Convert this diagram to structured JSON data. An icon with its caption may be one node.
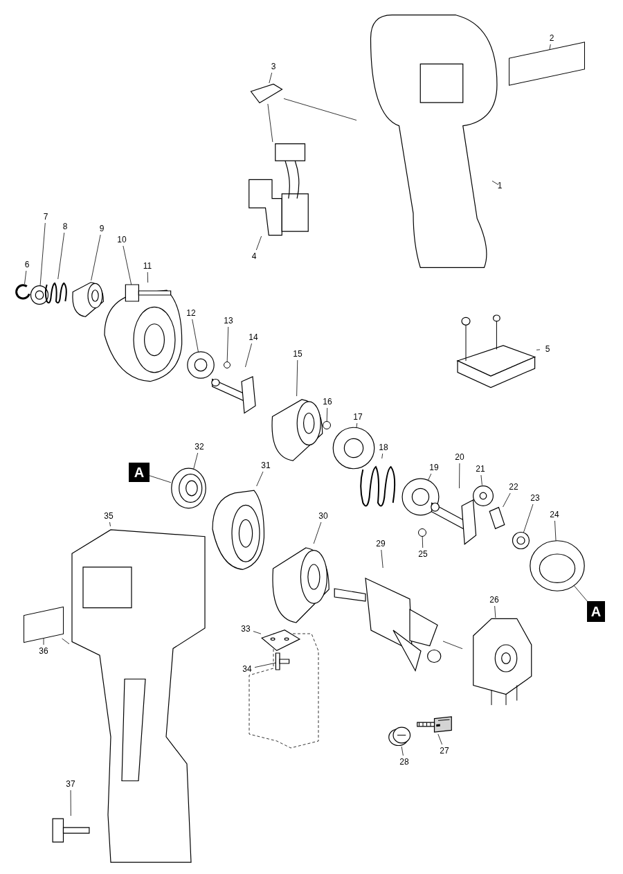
{
  "diagram": {
    "nodes": [
      {
        "text": [
          "1"
        ]
      },
      {
        "text": [
          "2"
        ]
      },
      {
        "text": [
          "3"
        ]
      },
      {
        "text": [
          "4"
        ]
      },
      {
        "text": [
          "5"
        ]
      },
      {
        "text": [
          "6"
        ]
      },
      {
        "text": [
          "7"
        ]
      },
      {
        "text": [
          "8"
        ]
      },
      {
        "text": [
          "9"
        ]
      },
      {
        "text": [
          "10"
        ]
      },
      {
        "text": [
          "11"
        ]
      },
      {
        "text": [
          "12"
        ]
      },
      {
        "text": [
          "13"
        ]
      },
      {
        "text": [
          "14"
        ]
      },
      {
        "text": [
          "15"
        ]
      },
      {
        "text": [
          "16"
        ]
      },
      {
        "text": [
          "17"
        ]
      },
      {
        "text": [
          "18"
        ]
      },
      {
        "text": [
          "19"
        ]
      },
      {
        "text": [
          "20"
        ]
      },
      {
        "text": [
          "21"
        ]
      },
      {
        "text": [
          "22"
        ]
      },
      {
        "text": [
          "23"
        ]
      },
      {
        "text": [
          "24"
        ]
      },
      {
        "text": [
          "25"
        ]
      },
      {
        "text": [
          "26"
        ]
      },
      {
        "text": [
          "27"
        ]
      },
      {
        "text": [
          "28"
        ]
      },
      {
        "text": [
          "29"
        ]
      },
      {
        "text": [
          "30"
        ]
      },
      {
        "text": [
          "31"
        ]
      },
      {
        "text": [
          "32"
        ]
      },
      {
        "text": [
          "33"
        ]
      },
      {
        "text": [
          "34"
        ]
      },
      {
        "text": [
          "35"
        ]
      },
      {
        "text": [
          "36"
        ]
      },
      {
        "text": [
          "37"
        ]
      },
      {
        "text": [],
        "shape": "picture"
      },
      {
        "text": [],
        "shape": "box"
      },
      {
        "text": [],
        "shape": "picture"
      },
      {
        "text": [],
        "shape": "picture"
      },
      {
        "text": [],
        "shape": "picture"
      },
      {
        "text": [],
        "shape": "picture"
      },
      {
        "text": [],
        "shape": "picture"
      },
      {
        "text": [],
        "shape": "picture"
      },
      {
        "text": [],
        "shape": "picture"
      },
      {
        "text": [],
        "shape": "picture"
      },
      {
        "text": [],
        "shape": "picture"
      },
      {
        "text": [],
        "shape": "picture"
      },
      {
        "text": [],
        "shape": "circle"
      },
      {
        "text": [],
        "shape": "picture"
      },
      {
        "text": [],
        "shape": "picture"
      },
      {
        "text": [],
        "shape": "circle"
      },
      {
        "text": [],
        "shape": "picture"
      },
      {
        "text": [],
        "shape": "picture"
      },
      {
        "text": [],
        "shape": "picture"
      },
      {
        "text": [],
        "shape": "picture"
      },
      {
        "text": [],
        "shape": "picture"
      },
      {
        "text": [],
        "shape": "picture"
      },
      {
        "text": [],
        "shape": "picture"
      },
      {
        "text": [],
        "shape": "picture"
      },
      {
        "text": [],
        "shape": "circle"
      },
      {
        "text": [],
        "shape": "picture"
      },
      {
        "text": [],
        "shape": "picture"
      },
      {
        "text": [],
        "shape": "picture"
      },
      {
        "text": [],
        "shape": "picture"
      },
      {
        "text": [],
        "shape": "picture"
      },
      {
        "text": [],
        "shape": "picture"
      },
      {
        "text": [],
        "shape": "picture"
      },
      {
        "text": [],
        "shape": "picture"
      },
      {
        "text": [],
        "shape": "picture"
      },
      {
        "text": [],
        "shape": "picture"
      },
      {
        "text": [],
        "shape": "box"
      },
      {
        "text": [],
        "shape": "picture"
      },
      {
        "text": [
          "A"
        ]
      },
      {
        "text": [
          "A"
        ]
      }
    ],
    "edges": [
      {
        "from": 0,
        "to": 37,
        "arrow": "none"
      },
      {
        "from": 1,
        "to": 38,
        "arrow": "none"
      },
      {
        "from": 2,
        "to": 39,
        "arrow": "none"
      },
      {
        "from": 3,
        "to": 40,
        "arrow": "none"
      },
      {
        "from": 4,
        "to": 41,
        "arrow": "none"
      },
      {
        "from": 5,
        "to": 42,
        "arrow": "none"
      },
      {
        "from": 6,
        "to": 43,
        "arrow": "none"
      },
      {
        "from": 7,
        "to": 44,
        "arrow": "none"
      },
      {
        "from": 8,
        "to": 45,
        "arrow": "none"
      },
      {
        "from": 9,
        "to": 46,
        "arrow": "none"
      },
      {
        "from": 10,
        "to": 47,
        "arrow": "none"
      },
      {
        "from": 11,
        "to": 48,
        "arrow": "none"
      },
      {
        "from": 12,
        "to": 49,
        "arrow": "none"
      },
      {
        "from": 13,
        "to": 50,
        "arrow": "none"
      },
      {
        "from": 14,
        "to": 51,
        "arrow": "none"
      },
      {
        "from": 15,
        "to": 52,
        "arrow": "none"
      },
      {
        "from": 16,
        "to": 53,
        "arrow": "none"
      },
      {
        "from": 17,
        "to": 54,
        "arrow": "none"
      },
      {
        "from": 18,
        "to": 55,
        "arrow": "none"
      },
      {
        "from": 19,
        "to": 56,
        "arrow": "none"
      },
      {
        "from": 20,
        "to": 57,
        "arrow": "none"
      },
      {
        "from": 21,
        "to": 58,
        "arrow": "none"
      },
      {
        "from": 22,
        "to": 59,
        "arrow": "none"
      },
      {
        "from": 23,
        "to": 60,
        "arrow": "none"
      },
      {
        "from": 24,
        "to": 61,
        "arrow": "none"
      },
      {
        "from": 25,
        "to": 62,
        "arrow": "none"
      },
      {
        "from": 26,
        "to": 63,
        "arrow": "none"
      },
      {
        "from": 27,
        "to": 64,
        "arrow": "none"
      },
      {
        "from": 28,
        "to": 65,
        "arrow": "none"
      },
      {
        "from": 29,
        "to": 66,
        "arrow": "none"
      },
      {
        "from": 30,
        "to": 67,
        "arrow": "none"
      },
      {
        "from": 31,
        "to": 68,
        "arrow": "none"
      },
      {
        "from": 32,
        "to": 69,
        "arrow": "none"
      },
      {
        "from": 33,
        "to": 70,
        "arrow": "none"
      },
      {
        "from": 34,
        "to": 71,
        "arrow": "none"
      },
      {
        "from": 35,
        "to": 72,
        "arrow": "none"
      },
      {
        "from": 36,
        "to": 73,
        "arrow": "none"
      },
      {
        "from": 39,
        "to": 37,
        "arrow": "none"
      },
      {
        "from": 39,
        "to": 40,
        "arrow": "none"
      },
      {
        "from": 74,
        "to": 68,
        "arrow": "none"
      },
      {
        "from": 60,
        "to": 75,
        "arrow": "none"
      },
      {
        "from": 65,
        "to": 62,
        "arrow": "none"
      },
      {
        "from": 72,
        "to": 71,
        "arrow": "none"
      }
    ]
  }
}
